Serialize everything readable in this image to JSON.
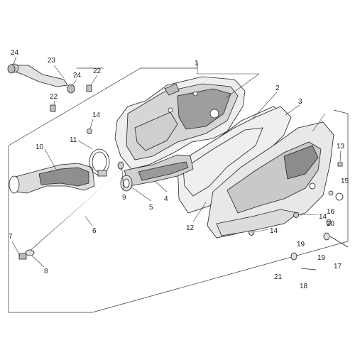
{
  "callouts": {
    "c1": "1",
    "c2": "2",
    "c3": "3",
    "c4": "4",
    "c5": "5",
    "c6": "6",
    "c7": "7",
    "c8": "8",
    "c9": "9",
    "c10": "10",
    "c11": "11",
    "c12": "12",
    "c13": "13",
    "c14a": "14",
    "c14b": "14",
    "c14c": "14",
    "c15": "15",
    "c16": "16",
    "c17": "17",
    "c18": "18",
    "c19a": "19",
    "c19b": "19",
    "c20": "20",
    "c21": "21",
    "c22a": "22",
    "c22b": "22",
    "c23": "23",
    "c24a": "24",
    "c24b": "24"
  },
  "colors": {
    "line": "#222222",
    "fill": "#f2f2f2",
    "shade": "#bdbdbd",
    "dark": "#6e6e6e"
  }
}
